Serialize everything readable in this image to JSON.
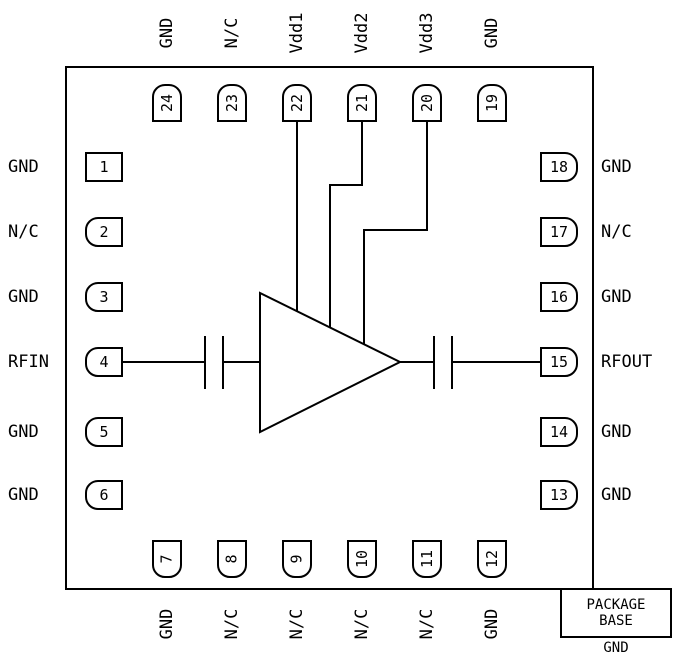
{
  "colors": {
    "line": "#000000",
    "background": "#ffffff"
  },
  "pins": {
    "top": [
      {
        "number": "24",
        "label": "GND"
      },
      {
        "number": "23",
        "label": "N/C"
      },
      {
        "number": "22",
        "label": "Vdd1"
      },
      {
        "number": "21",
        "label": "Vdd2"
      },
      {
        "number": "20",
        "label": "Vdd3"
      },
      {
        "number": "19",
        "label": "GND"
      }
    ],
    "left": [
      {
        "number": "1",
        "label": "GND"
      },
      {
        "number": "2",
        "label": "N/C"
      },
      {
        "number": "3",
        "label": "GND"
      },
      {
        "number": "4",
        "label": "RFIN"
      },
      {
        "number": "5",
        "label": "GND"
      },
      {
        "number": "6",
        "label": "GND"
      }
    ],
    "right": [
      {
        "number": "18",
        "label": "GND"
      },
      {
        "number": "17",
        "label": "N/C"
      },
      {
        "number": "16",
        "label": "GND"
      },
      {
        "number": "15",
        "label": "RFOUT"
      },
      {
        "number": "14",
        "label": "GND"
      },
      {
        "number": "13",
        "label": "GND"
      }
    ],
    "bottom": [
      {
        "number": "7",
        "label": "GND"
      },
      {
        "number": "8",
        "label": "N/C"
      },
      {
        "number": "9",
        "label": "N/C"
      },
      {
        "number": "10",
        "label": "N/C"
      },
      {
        "number": "11",
        "label": "N/C"
      },
      {
        "number": "12",
        "label": "GND"
      }
    ]
  },
  "package_base": {
    "line1": "PACKAGE",
    "line2": "BASE",
    "gnd": "GND"
  }
}
